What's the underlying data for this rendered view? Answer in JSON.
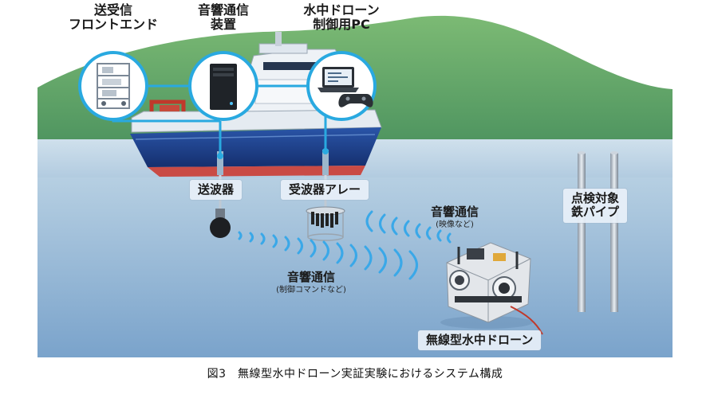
{
  "labels": {
    "frontend_line1": "送受信",
    "frontend_line2": "フロントエンド",
    "acoustic_device_line1": "音響通信",
    "acoustic_device_line2": "装置",
    "control_pc_line1": "水中ドローン",
    "control_pc_line2": "制御用PC",
    "transmitter": "送波器",
    "receiver_array": "受波器アレー",
    "acoustic_video": "音響通信",
    "acoustic_video_sub": "(映像など)",
    "acoustic_control": "音響通信",
    "acoustic_control_sub": "(制御コマンドなど)",
    "inspection_target_line1": "点検対象",
    "inspection_target_line2": "鉄パイプ",
    "drone": "無線型水中ドローン"
  },
  "caption": "図3　無線型水中ドローン実証実験におけるシステム構成",
  "colors": {
    "sky": "#ffffff",
    "hill": "#6fae6a",
    "sea_top": "#aac6dd",
    "sea_bottom": "#7ea6cc",
    "hull": "#1d3f8f",
    "accent_cyan": "#29a9e0",
    "wave": "#3aa8e8"
  },
  "icons": [
    "rack-icon",
    "server-tower-icon",
    "laptop-icon",
    "gamepad-icon",
    "transducer-icon",
    "hydrophone-array-icon",
    "drone-icon",
    "pipe-icon",
    "lifebuoy-icon"
  ]
}
